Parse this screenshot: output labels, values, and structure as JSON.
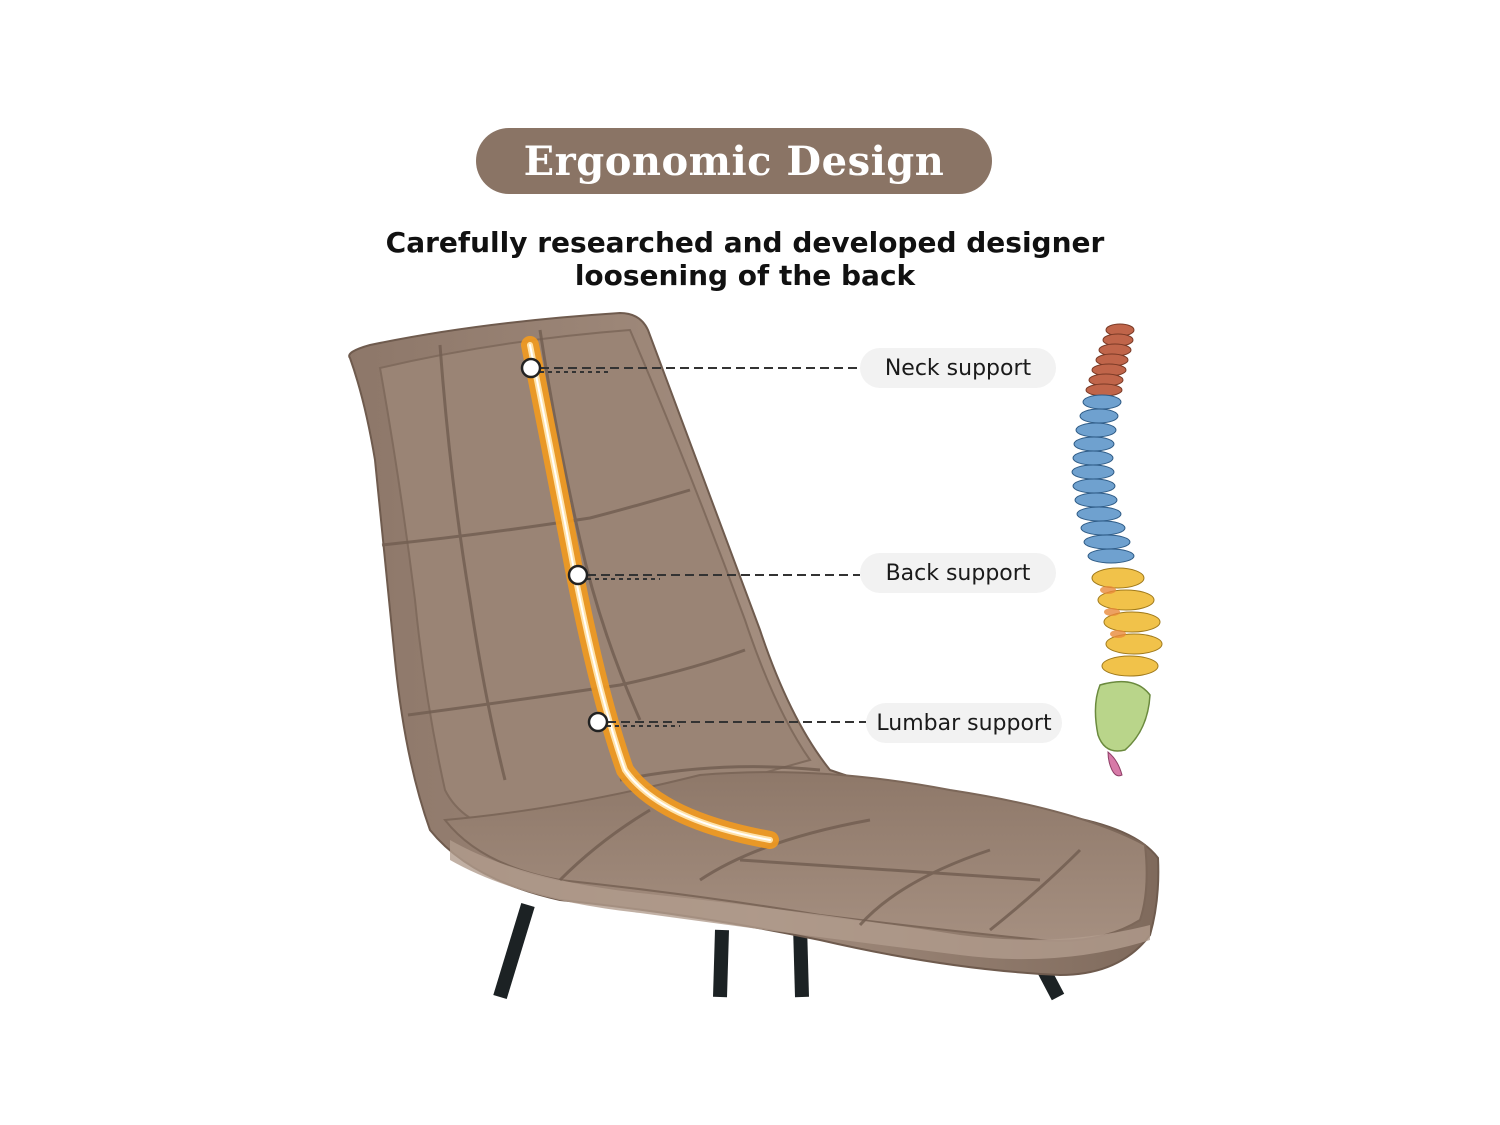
{
  "header": {
    "title": "Ergonomic Design",
    "subtitle_line1": "Carefully researched and developed designer",
    "subtitle_line2": "loosening of the back"
  },
  "callouts": {
    "neck": "Neck support",
    "back": "Back support",
    "lumbar": "Lumbar support"
  },
  "colors": {
    "brand": "#8a7465",
    "fabric": "#9c8677",
    "spine_line": "#f29a1f",
    "legs": "#1c2224"
  }
}
